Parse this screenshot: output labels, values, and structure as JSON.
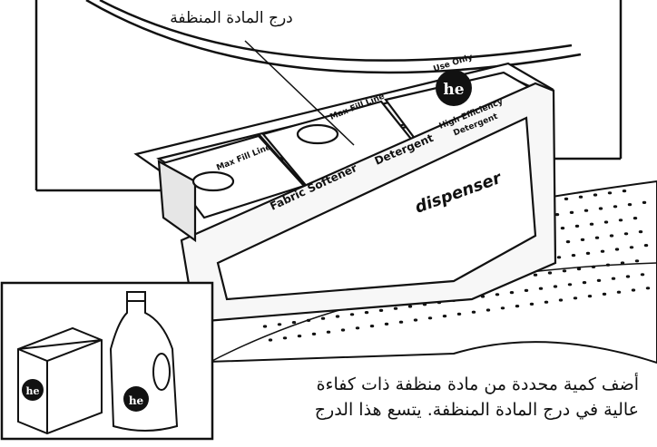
{
  "callout": {
    "label": "درج المادة المنظفة"
  },
  "dispenser": {
    "front_label": "dispenser",
    "compartments": {
      "fabric_softener": "Fabric Softener",
      "detergent": "Detergent",
      "max_fill_left": "Max Fill Line",
      "max_fill_mid": "Max Fill Line"
    },
    "he_panel": {
      "use_only": "Use Only",
      "logo_text": "he",
      "line1": "High Efficiency",
      "line2": "Detergent"
    }
  },
  "inset": {
    "box_logo": "he",
    "bottle_logo": "he"
  },
  "caption": {
    "line1": "أضف كمية محددة من مادة منظفة ذات كفاءة",
    "line2": "عالية في درج المادة المنظفة. يتسع هذا الدرج"
  }
}
